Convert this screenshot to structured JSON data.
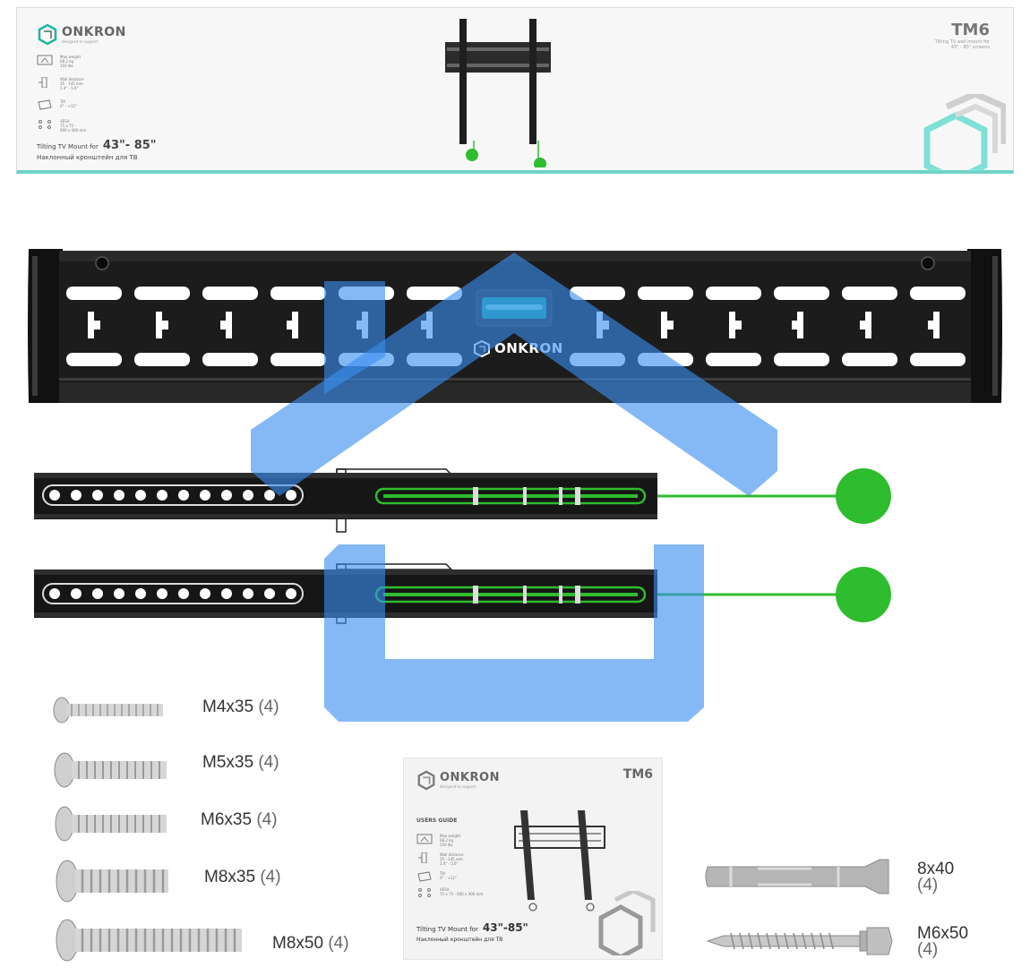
{
  "banner": {
    "brand": "ONKRON",
    "tagline": "designed to support",
    "model": "TM6",
    "subtitle": "Tilting TV wall mount for\n43\" - 85\" screens",
    "specs": [
      {
        "icon": "weight-icon",
        "text": "Max weight\n68.2 kg\n150 lbs"
      },
      {
        "icon": "distance-icon",
        "text": "Wall distance\n35 - 145 mm\n1.4\" - 5.6\""
      },
      {
        "icon": "tilt-icon",
        "text": "Tilt\n0° - +12°"
      },
      {
        "icon": "vesa-icon",
        "text": "VESA\n75 x 75 -\n600 x 400 mm"
      }
    ],
    "product_en_prefix": "Tilting TV Mount for",
    "product_size": "43\"- 85\"",
    "product_ru": "Наклонный кронштейн для ТВ"
  },
  "plate": {
    "brand": "ONKRON"
  },
  "hardware": [
    {
      "name": "M4x35",
      "count": "(4)"
    },
    {
      "name": "M5x35",
      "count": "(4)"
    },
    {
      "name": "M6x35",
      "count": "(4)"
    },
    {
      "name": "M8x35",
      "count": "(4)"
    },
    {
      "name": "M8x50",
      "count": "(4)"
    }
  ],
  "anchors": [
    {
      "name": "8x40",
      "count": "(4)"
    },
    {
      "name": "M6x50",
      "count": "(4)"
    }
  ],
  "manual": {
    "brand": "ONKRON",
    "tagline": "designed to support",
    "model": "TM6",
    "heading": "USERS GUIDE",
    "specs": [
      {
        "icon": "weight-icon",
        "text": "Max weight\n68.2 kg\n150 lbs"
      },
      {
        "icon": "distance-icon",
        "text": "Wall distance\n35 - 145 mm\n1.4\" - 5.6\""
      },
      {
        "icon": "tilt-icon",
        "text": "Tilt\n0° - +12°"
      },
      {
        "icon": "vesa-icon",
        "text": "VESA\n75 x 75 - 600 x 400 mm"
      }
    ],
    "product_en_prefix": "Tilting TV Mount for",
    "product_size": "43\"-85\"",
    "product_ru": "Наклонный кронштейн для ТВ"
  },
  "colors": {
    "accent_teal": "#6fd3c8",
    "knob_green": "#2ebd2e",
    "overlay_blue": "#3a8ef0",
    "metal_black": "#1d1d1d"
  }
}
